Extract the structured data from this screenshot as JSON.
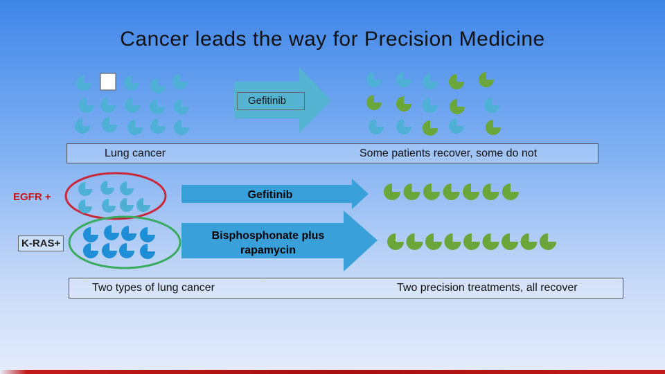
{
  "title": "Cancer leads the way for Precision Medicine",
  "top_section": {
    "drug": "Gefitinib",
    "left_caption": "Lung cancer",
    "right_caption": "Some patients recover, some do not"
  },
  "bottom_section": {
    "egfr_tag": "EGFR +",
    "kras_tag": "K-RAS+",
    "egfr_drug": "Gefitinib",
    "kras_drug": "Bisphosphonate plus rapamycin",
    "left_caption": "Two types of lung cancer",
    "right_caption": "Two precision treatments, all recover"
  },
  "colors": {
    "cell_blue": "#4fb0d6",
    "cell_blue_dark": "#1e8ed6",
    "cell_green": "#6aa63a",
    "arrow_top": "#55b4d2",
    "arrow_bottom": "#3aa0da",
    "egfr_text": "#c81414",
    "ring_red": "#c8283a",
    "ring_green": "#3aaa5e"
  }
}
